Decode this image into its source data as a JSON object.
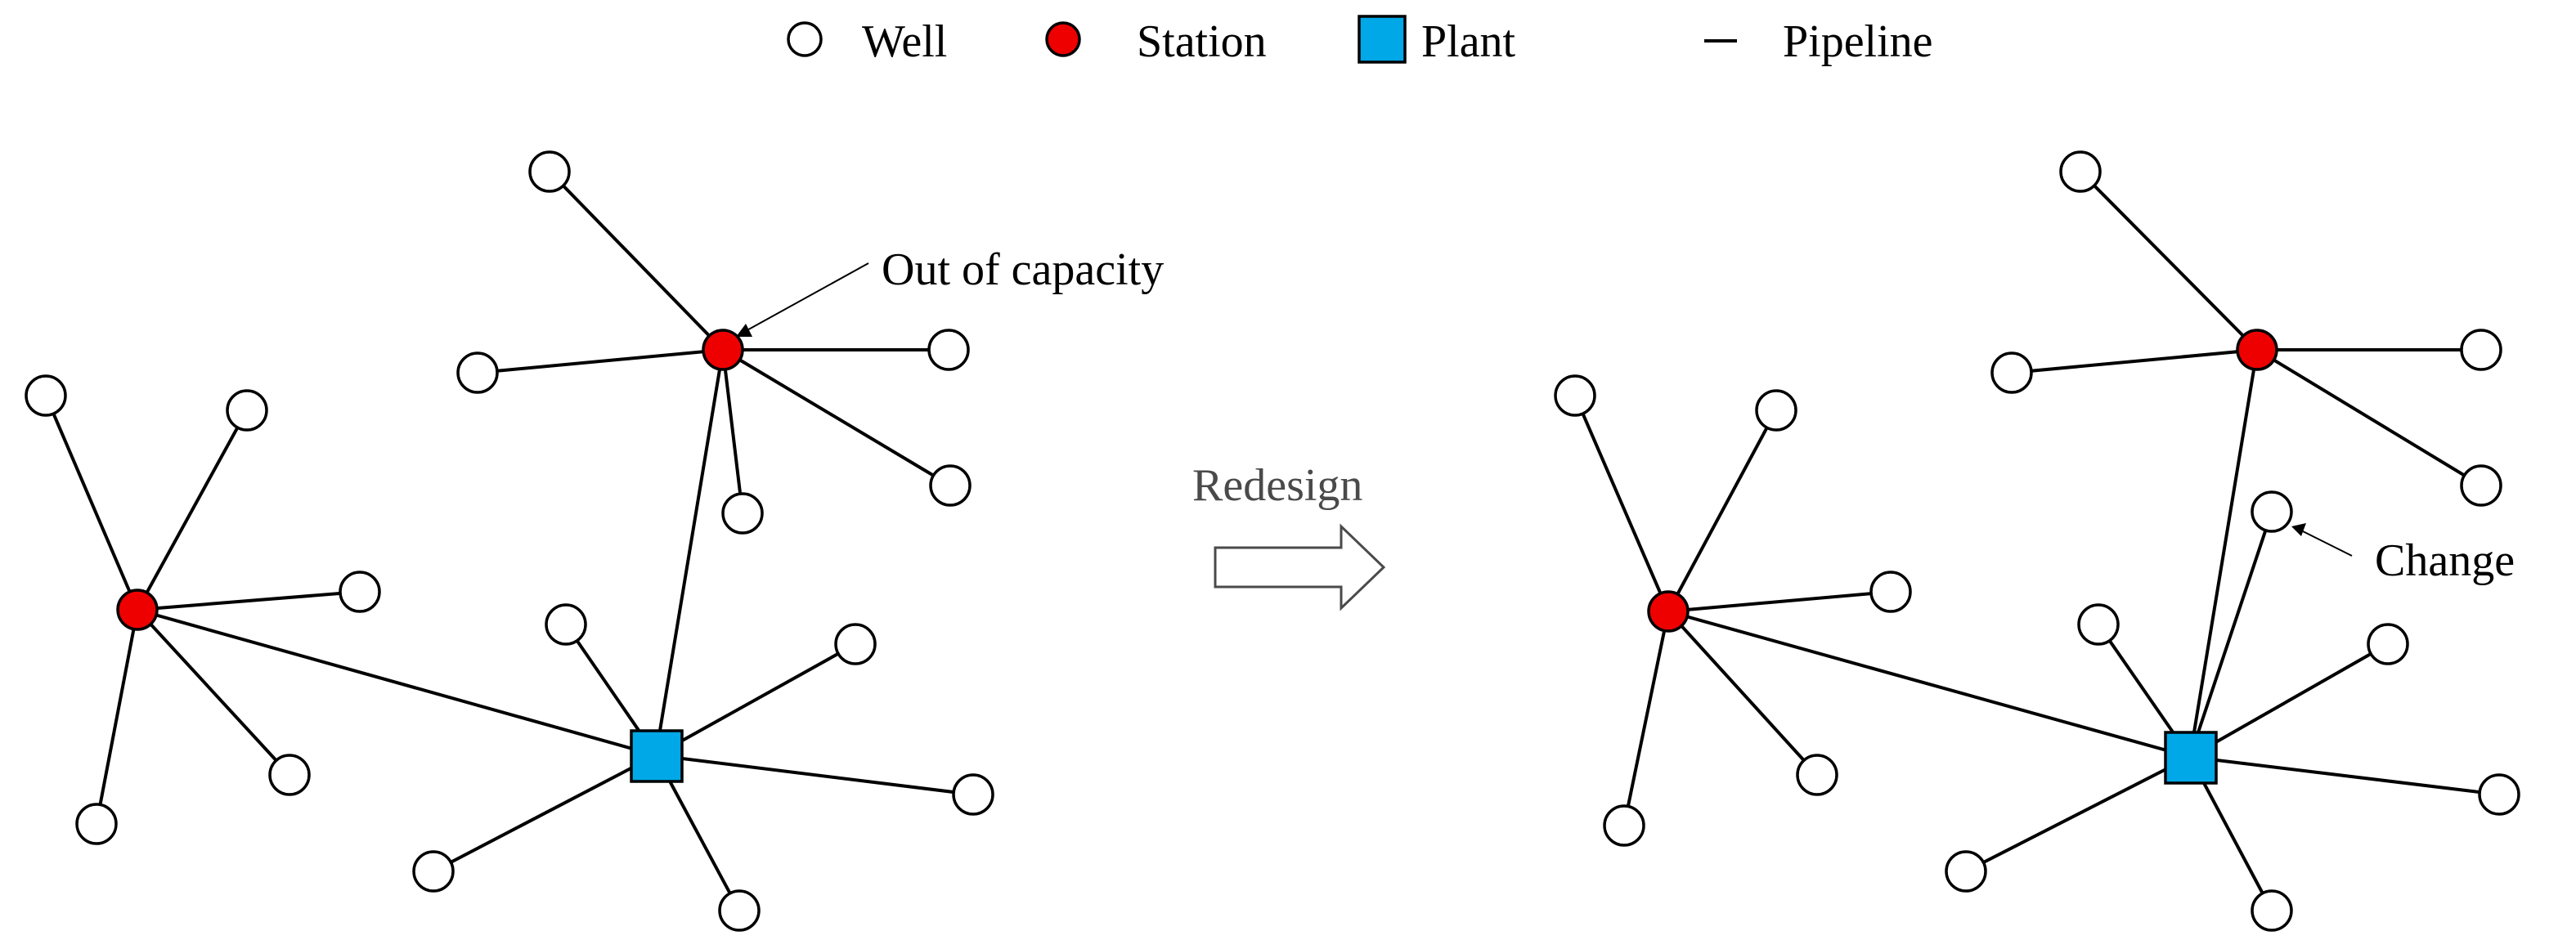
{
  "legend": {
    "well": "Well",
    "station": "Station",
    "plant": "Plant",
    "pipeline": "Pipeline"
  },
  "annotations": {
    "out_of_capacity": "Out of capacity",
    "redesign": "Redesign",
    "change": "Change"
  },
  "colors": {
    "station": "#ee0000",
    "plant": "#00a8e8",
    "well": "#ffffff",
    "pipeline": "#000000",
    "arrow_outline": "#4a4a4a"
  }
}
